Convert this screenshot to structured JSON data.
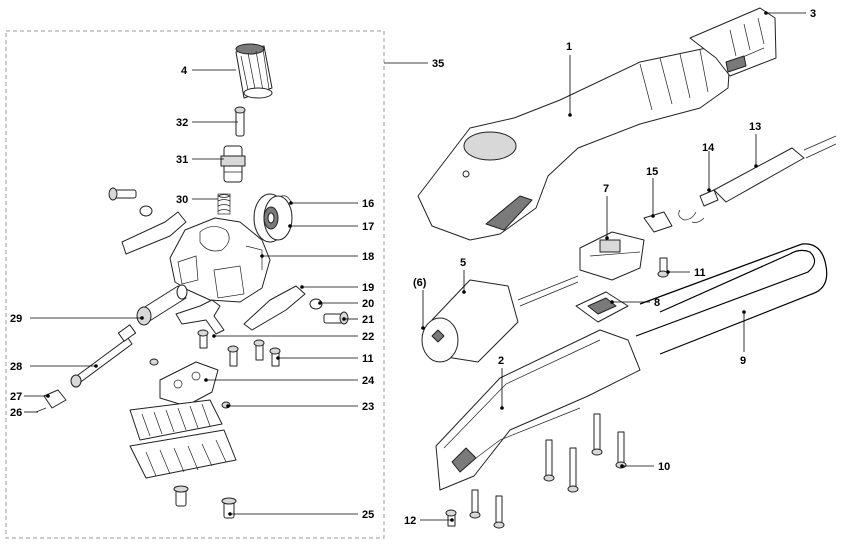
{
  "labels": {
    "p1": "1",
    "p2": "2",
    "p3": "3",
    "p4": "4",
    "p5": "5",
    "p6": "(6)",
    "p7": "7",
    "p8": "8",
    "p9": "9",
    "p10": "10",
    "p11a": "11",
    "p11b": "11",
    "p12": "12",
    "p13": "13",
    "p14": "14",
    "p15": "15",
    "p16": "16",
    "p17": "17",
    "p18": "18",
    "p19": "19",
    "p20": "20",
    "p21": "21",
    "p22": "22",
    "p23": "23",
    "p24": "24",
    "p25": "25",
    "p26": "26",
    "p27": "27",
    "p28": "28",
    "p29": "29",
    "p30": "30",
    "p31": "31",
    "p32": "32",
    "p35": "35"
  }
}
